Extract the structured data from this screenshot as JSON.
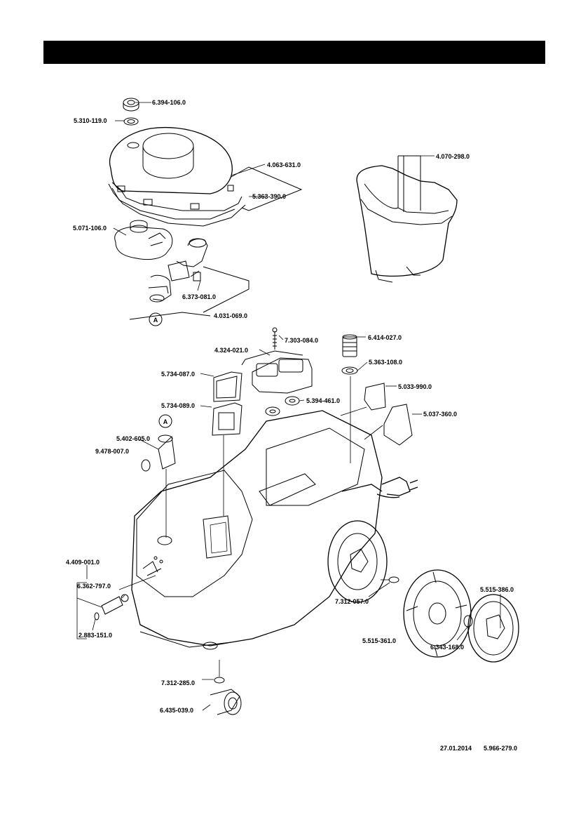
{
  "footer": {
    "date": "27.01.2014",
    "doc_number": "5.966-279.0"
  },
  "markers": {
    "a_upper": "A",
    "a_lower": "A"
  },
  "parts": {
    "p6394106": "6.394-106.0",
    "p5310119": "5.310-119.0",
    "p4063631": "4.063-631.0",
    "p5363390": "5.363-390.0",
    "p4070298": "4.070-298.0",
    "p5071106": "5.071-106.0",
    "p6373081": "6.373-081.0",
    "p4031069": "4.031-069.0",
    "p7303084": "7.303-084.0",
    "p6414027": "6.414-027.0",
    "p4324021": "4.324-021.0",
    "p5363108": "5.363-108.0",
    "p5734087": "5.734-087.0",
    "p5033990": "5.033-990.0",
    "p5394461": "5.394-461.0",
    "p5734089": "5.734-089.0",
    "p5037360": "5.037-360.0",
    "p5402605": "5.402-605.0",
    "p9478007": "9.478-007.0",
    "p4409001": "4.409-001.0",
    "p6362797": "6.362-797.0",
    "p7312057": "7.312-057.0",
    "p5515386": "5.515-386.0",
    "p2883151": "2.883-151.0",
    "p5515361": "5.515-361.0",
    "p6343168": "6.343-168.0",
    "p7312285": "7.312-285.0",
    "p6435039": "6.435-039.0"
  }
}
